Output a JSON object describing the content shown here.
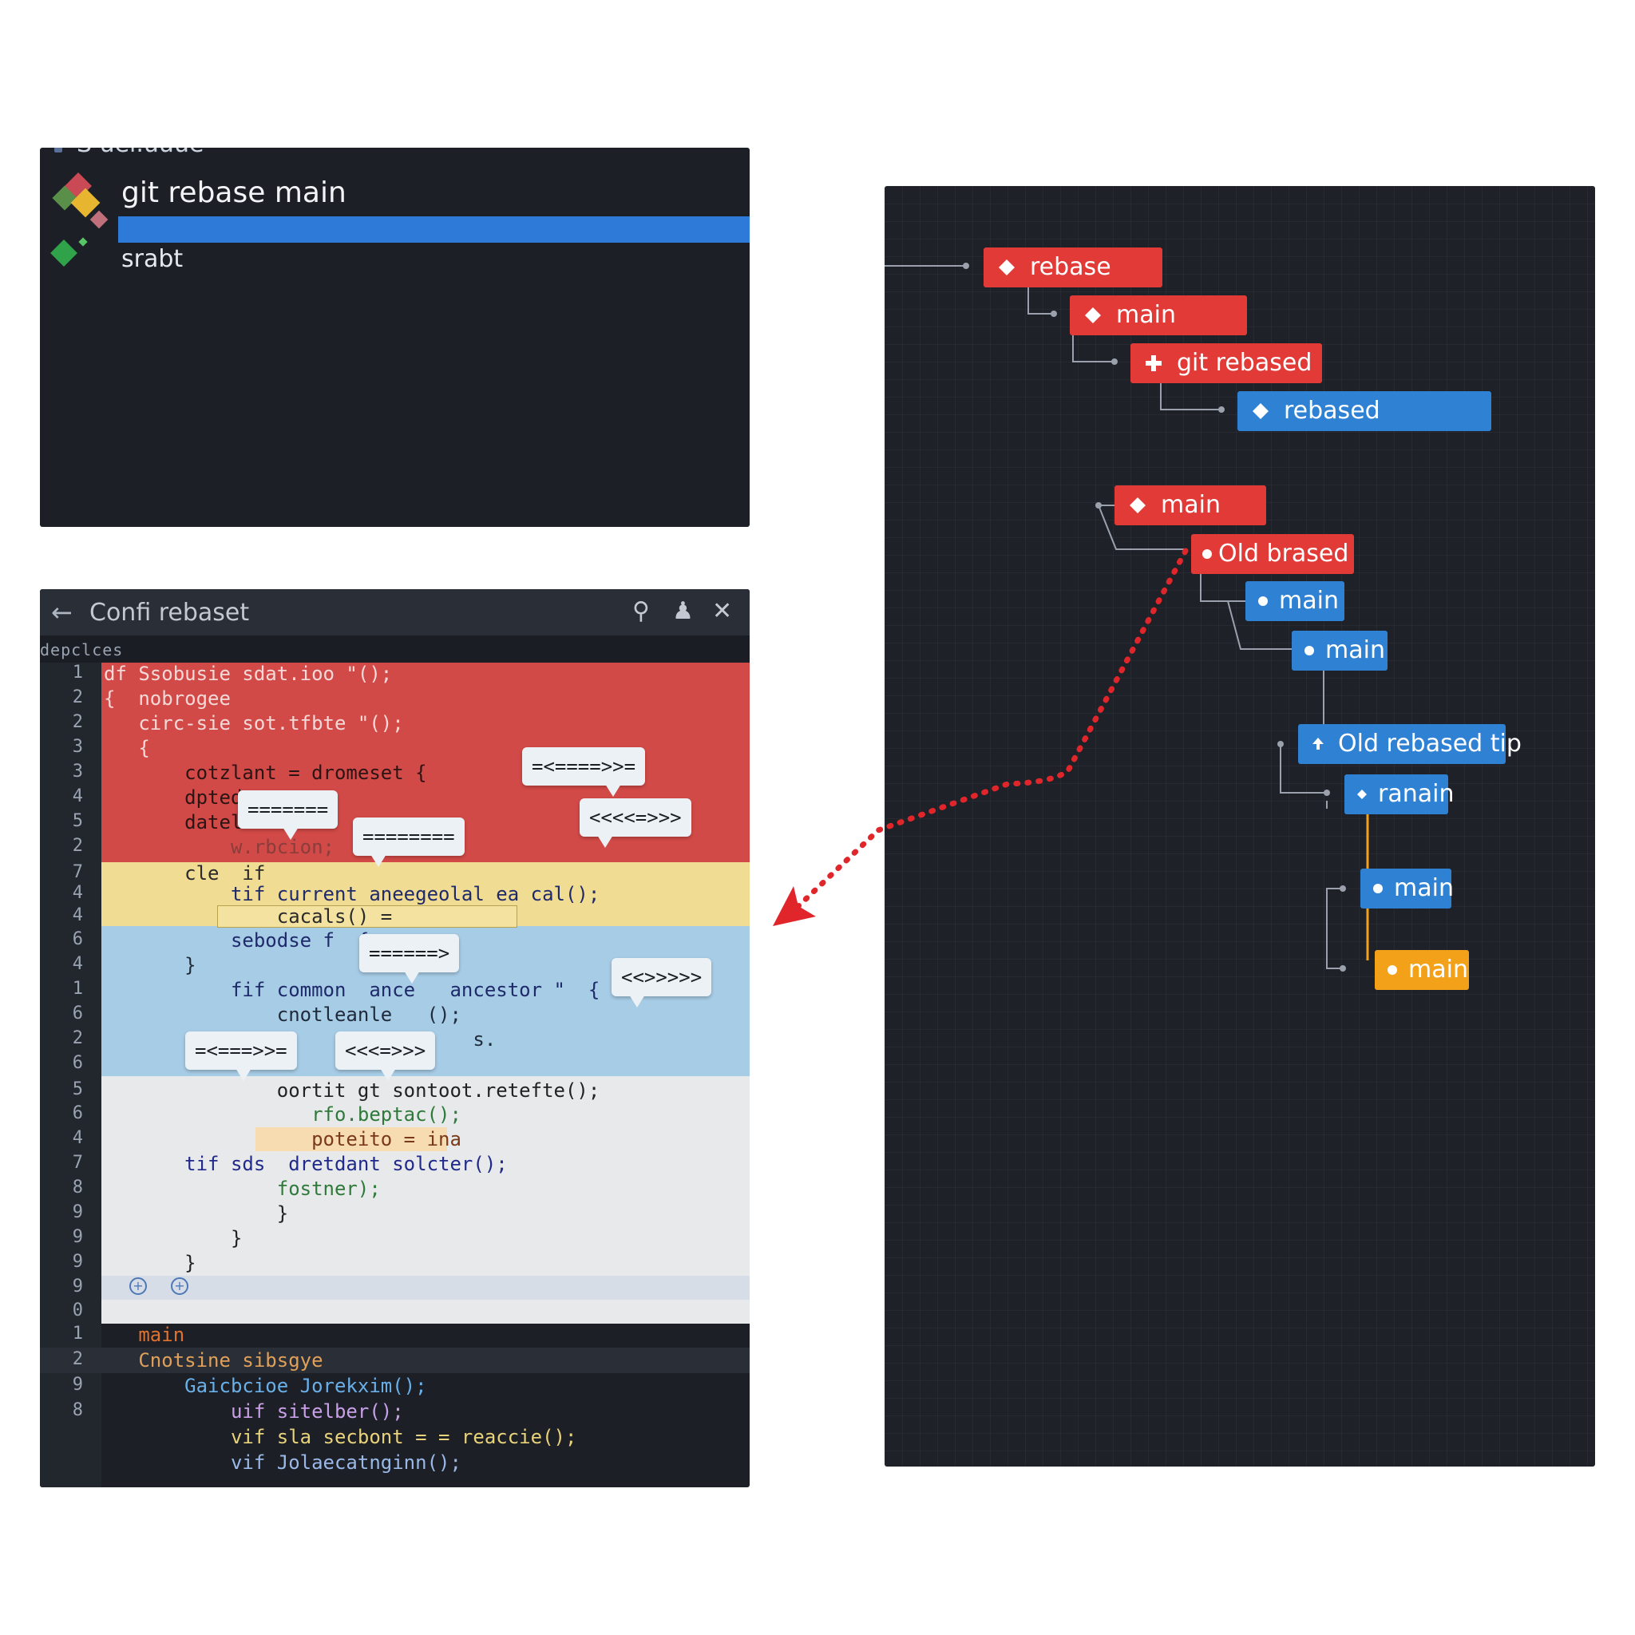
{
  "terminal": {
    "cut_text": "S uel.uuue",
    "command": "git rebase main",
    "output": "srabt"
  },
  "editor": {
    "title": "Confi rebaset",
    "sub_label": "depclces",
    "line_numbers": [
      "1",
      "2",
      "2",
      "3",
      "3",
      "4",
      "5",
      "2",
      "7",
      "4",
      "4",
      "6",
      "4",
      "1",
      "6",
      "2",
      "6",
      "5",
      "6",
      "4",
      "7",
      "8",
      "9",
      "9",
      "9",
      "9",
      "0",
      "1",
      "2",
      "9",
      "8"
    ],
    "code": {
      "l1": "df Ssobusie sdat.ioo \"();",
      "l2": "{  nobrogee",
      "l3": "   circ-sie sot.tfbte \"();",
      "l4": "   {",
      "l5": "       cotzlant = dromeset {",
      "l6": "       dpted",
      "l7": "       datel",
      "l8": "           w.rbcion;",
      "l9": "       cle  if",
      "l10": "           tif current aneegeolal ea cal();",
      "l11": "               cacals() =",
      "l12": "           sebodse f  {",
      "l13": "       }",
      "l14": "           fif common  ance   ancestor \"  {",
      "l15": "               cnotleanle   ();",
      "l16": "                                s.",
      "l17": "               oortit gt sontoot.retefte();",
      "l18": "                  rfo.beptac();",
      "l19": "                  poteito = ina",
      "l20": "       tif sds  dretdant solcter();",
      "l21": "               fostner);",
      "l22": "               }",
      "l23": "           }",
      "l24": "       }",
      "l25": "   main",
      "l26": "   Cnotsine sibsgye",
      "l27": "       Gaicbcioe Jorekxim();",
      "l28": "           uif sitelber();",
      "l29": "           vif sla secbont = = reaccie();",
      "l30": "           vif Jolaecatnginn();"
    },
    "callouts": {
      "c1": "=<====>>=",
      "c2": "=======",
      "c3": "========",
      "c4": "<<<<=>>>",
      "c5": "======>",
      "c6": "<<>>>>>",
      "c7": "=<===>>=",
      "c8": "<<<=>>>"
    },
    "colors": {
      "conflict_current": "#d24a47",
      "conflict_base": "#f0dc92",
      "conflict_incoming": "#a7cce6"
    }
  },
  "graph": {
    "nodes": {
      "n1": "rebase",
      "n2": "main",
      "n3": "git rebased",
      "n4": "rebased",
      "n5": "main",
      "n6": "Old brased",
      "n7": "main",
      "n8": "main",
      "n9": "Old rebased tip",
      "n10": "ranain",
      "n11": "main",
      "n12": "main"
    },
    "colors": {
      "red": "#e23a37",
      "blue": "#2f82d3",
      "orange": "#f4a11a",
      "arrow": "#e0262a"
    }
  }
}
